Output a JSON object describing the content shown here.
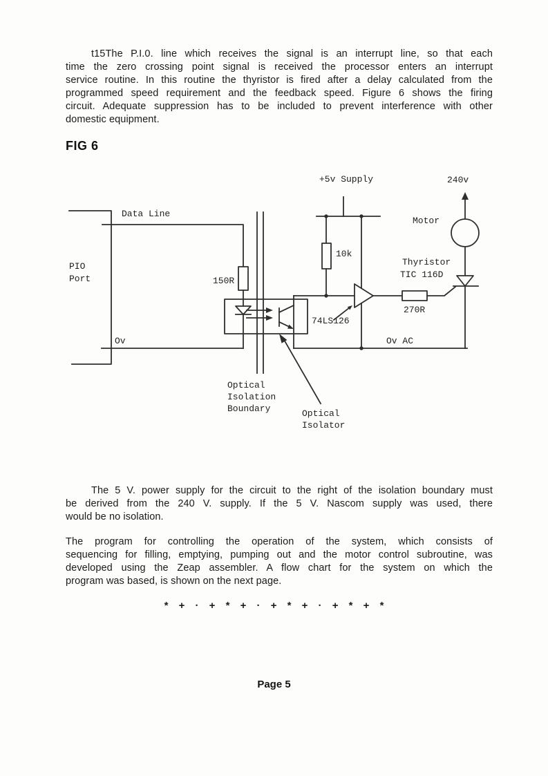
{
  "document": {
    "paragraph1": {
      "lines": [
        "t15The P.I.0. line which receives the signal is an interrupt line, so that each",
        "time the zero crossing point signal is received the processor enters an interrupt",
        "service routine. In this routine the thyristor is fired after a delay calculated from the",
        "programmed speed requirement and the feedback speed. Figure 6 shows the firing",
        "circuit. Adequate suppression has to be included to prevent interference with other",
        "domestic equipment."
      ]
    },
    "figure_heading": "FIG 6",
    "paragraph2": {
      "lines": [
        "The 5 V. power supply for the circuit to the right of the isolation boundary must",
        "be derived from the 240 V. supply. If the 5 V. Nascom supply was used, there",
        "would be no isolation."
      ]
    },
    "paragraph3": {
      "lines": [
        "The program for controlling the operation of the system, which consists of",
        "sequencing for filling, emptying, pumping out and the motor control subroutine, was",
        "developed using the Zeap assembler. A flow chart for the system on which the",
        "program was based, is shown on the next page."
      ]
    },
    "separator": "* + · + * + · + * + · + * + *",
    "page_number": "Page 5"
  },
  "diagram": {
    "labels": {
      "supply_5v": "+5v Supply",
      "mains_240v": "240v",
      "data_line": "Data Line",
      "motor": "Motor",
      "pio_1": "PIO",
      "pio_2": "Port",
      "r150": "150R",
      "r10k": "10k",
      "thyristor_1": "Thyristor",
      "thyristor_2": "TIC 116D",
      "r270": "270R",
      "buffer_ic": "74LS126",
      "ov": "Ov",
      "ov_ac": "Ov AC",
      "boundary_1": "Optical",
      "boundary_2": "Isolation",
      "boundary_3": "Boundary",
      "isolator_1": "Optical",
      "isolator_2": "Isolator"
    }
  }
}
